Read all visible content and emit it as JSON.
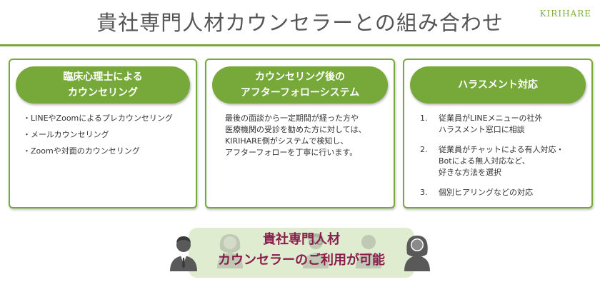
{
  "header": {
    "title": "貴社専門人材カウンセラーとの組み合わせ",
    "logo": "KIRIHARE"
  },
  "cards": [
    {
      "title_lines": [
        "臨床心理士による",
        "カウンセリング"
      ],
      "bullets": [
        "LINEやZoomによるプレカウンセリング",
        "メールカウンセリング",
        "Zoomや対面のカウンセリング"
      ]
    },
    {
      "title_lines": [
        "カウンセリング後の",
        "アフターフォローシステム"
      ],
      "paragraph_lines": [
        "最後の面談から一定期間が経った方や",
        "医療機関の受診を勧めた方に対しては、",
        "KIRIHARE側がシステムで検知し、",
        "アフターフォローを丁寧に行います。"
      ]
    },
    {
      "title_lines": [
        "ハラスメント対応"
      ],
      "items": [
        {
          "num": "1.",
          "lines": [
            "従業員がLINEメニューの社外",
            "ハラスメント窓口に相談"
          ]
        },
        {
          "num": "2.",
          "lines": [
            "従業員がチャットによる有人対応・",
            "Botによる無人対応など、",
            "好きな方法を選択"
          ]
        },
        {
          "num": "3.",
          "lines": [
            "個別ヒアリングなどの対応"
          ]
        }
      ]
    }
  ],
  "bottom": {
    "line1": "貴社専門人材",
    "line2": "カウンセラーのご利用が可能"
  },
  "colors": {
    "accent": "#76a83a",
    "bottom_text": "#8a1d4d",
    "bottom_band": "#dfeccf",
    "person": "#595959"
  },
  "icons": [
    "person-male-icon",
    "person-female-icon",
    "person-glasses-icon",
    "person-longhair-icon"
  ]
}
